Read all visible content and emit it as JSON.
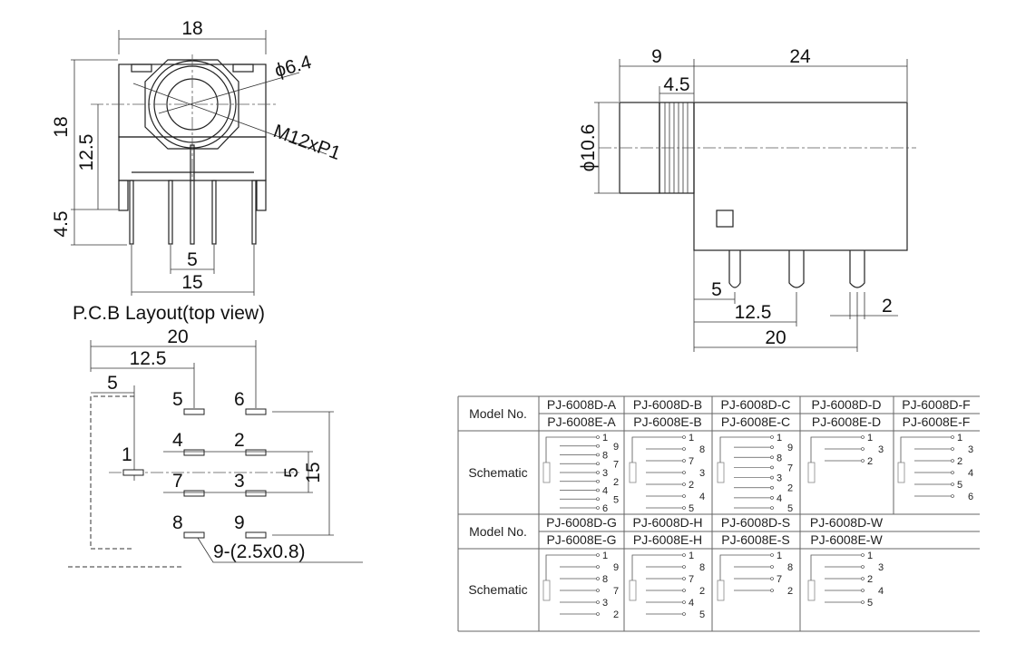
{
  "front_view": {
    "width_dim": "18",
    "height_dim": "18",
    "center_height_dim": "12.5",
    "pin_length_dim": "4.5",
    "pin_pitch_dim": "5",
    "pin_span_dim": "15",
    "hole_dim": "ϕ6.4",
    "thread_dim": "M12xP1"
  },
  "side_view": {
    "front_dim": "9",
    "thread_dim": "4.5",
    "body_dim": "24",
    "diameter_dim": "ϕ10.6",
    "pin1_dim": "5",
    "pin2_dim": "12.5",
    "pin3_dim": "20",
    "pin_width_dim": "2"
  },
  "pcb_layout": {
    "title": "P.C.B Layout(top view)",
    "width_dim": "20",
    "col2_dim": "12.5",
    "col1_dim": "5",
    "row_pitch_dim": "5",
    "row_span_dim": "15",
    "pad_note": "9-(2.5x0.8)",
    "pad_labels": [
      "1",
      "5",
      "6",
      "4",
      "2",
      "7",
      "3",
      "8",
      "9"
    ]
  },
  "table": {
    "model_label": "Model No.",
    "schematic_label": "Schematic",
    "row1": {
      "d_models": [
        "PJ-6008D-A",
        "PJ-6008D-B",
        "PJ-6008D-C",
        "PJ-6008D-D",
        "PJ-6008D-F"
      ],
      "e_models": [
        "PJ-6008E-A",
        "PJ-6008E-B",
        "PJ-6008E-C",
        "PJ-6008E-D",
        "PJ-6008E-F"
      ],
      "schematics": [
        [
          "1",
          "9",
          "8",
          "7",
          "3",
          "2",
          "4",
          "5",
          "6"
        ],
        [
          "1",
          "8",
          "7",
          "3",
          "2",
          "4",
          "5"
        ],
        [
          "1",
          "9",
          "8",
          "7",
          "3",
          "2",
          "4",
          "5"
        ],
        [
          "1",
          "3",
          "2"
        ],
        [
          "1",
          "3",
          "2",
          "4",
          "5",
          "6"
        ]
      ]
    },
    "row2": {
      "d_models": [
        "PJ-6008D-G",
        "PJ-6008D-H",
        "PJ-6008D-S",
        "PJ-6008D-W"
      ],
      "e_models": [
        "PJ-6008E-G",
        "PJ-6008E-H",
        "PJ-6008E-S",
        "PJ-6008E-W"
      ],
      "schematics": [
        [
          "1",
          "9",
          "8",
          "7",
          "3",
          "2"
        ],
        [
          "1",
          "8",
          "7",
          "2",
          "4",
          "5"
        ],
        [
          "1",
          "8",
          "7",
          "2"
        ],
        [
          "1",
          "3",
          "2",
          "4",
          "5"
        ]
      ]
    }
  }
}
